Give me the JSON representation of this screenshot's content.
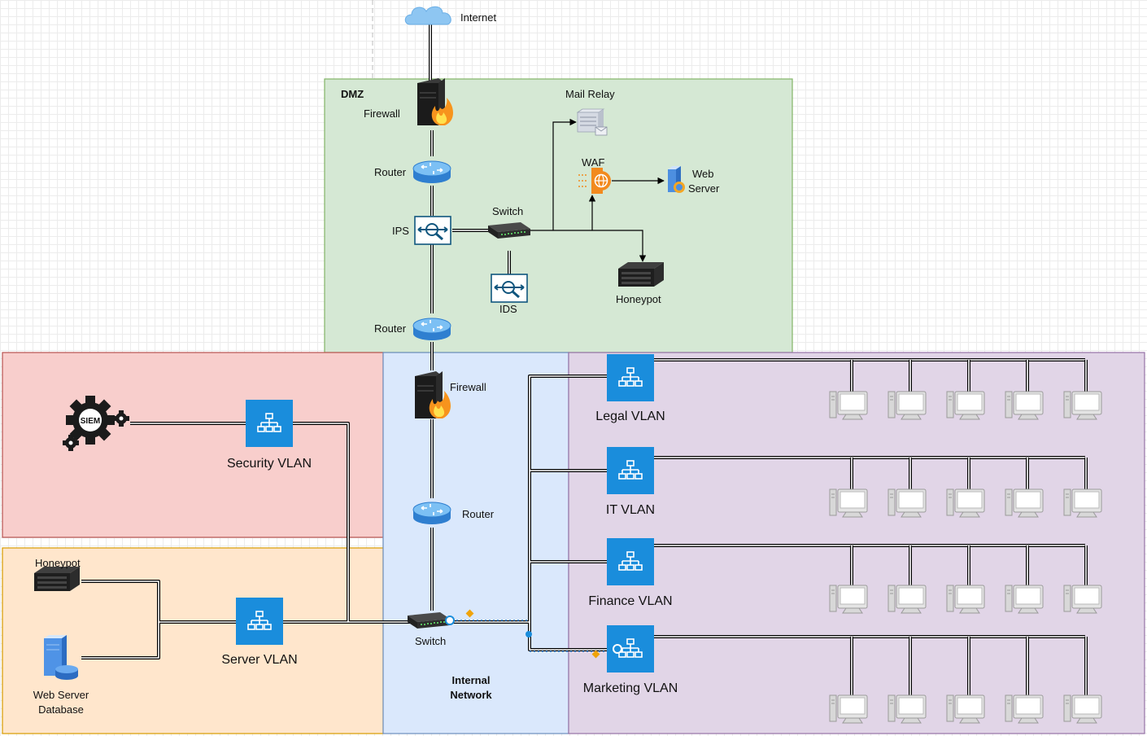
{
  "labels": {
    "internet": "Internet",
    "dmz": "DMZ",
    "dmz_firewall": "Firewall",
    "dmz_router_top": "Router",
    "ips": "IPS",
    "dmz_switch": "Switch",
    "ids": "IDS",
    "dmz_router_bottom": "Router",
    "mail_relay": "Mail Relay",
    "waf": "WAF",
    "web_server_line1": "Web",
    "web_server_line2": "Server",
    "dmz_honeypot": "Honeypot",
    "siem": "SIEM",
    "security_vlan": "Security VLAN",
    "server_honeypot": "Honeypot",
    "web_db_line1": "Web Server",
    "web_db_line2": "Database",
    "server_vlan": "Server VLAN",
    "int_firewall": "Firewall",
    "int_router": "Router",
    "int_switch": "Switch",
    "internal_line1": "Internal",
    "internal_line2": "Network",
    "legal_vlan": "Legal VLAN",
    "it_vlan": "IT VLAN",
    "finance_vlan": "Finance VLAN",
    "marketing_vlan": "Marketing VLAN"
  },
  "colors": {
    "dmz_fill": "#d5e8d4",
    "dmz_stroke": "#82b366",
    "security_fill": "#f8cecc",
    "security_stroke": "#b85450",
    "server_fill": "#ffe6cc",
    "server_stroke": "#d79b00",
    "internal_fill": "#dae8fc",
    "internal_stroke": "#6c8ebf",
    "vlans_fill": "#e1d5e7",
    "vlans_stroke": "#9673a6",
    "vlan_icon": "#1a8ddc",
    "link": "#000000"
  },
  "icons": {
    "internet": "cloud-icon",
    "firewall": "firewall-icon",
    "router": "router-icon",
    "ips": "ips-icon",
    "ids": "ids-icon",
    "switch": "switch-icon",
    "mail_relay": "mail-relay-icon",
    "waf": "waf-icon",
    "web_server": "web-server-icon",
    "honeypot": "honeypot-icon",
    "siem": "siem-gear-icon",
    "vlan": "vlan-network-icon",
    "database": "database-server-icon",
    "workstation": "workstation-icon"
  }
}
